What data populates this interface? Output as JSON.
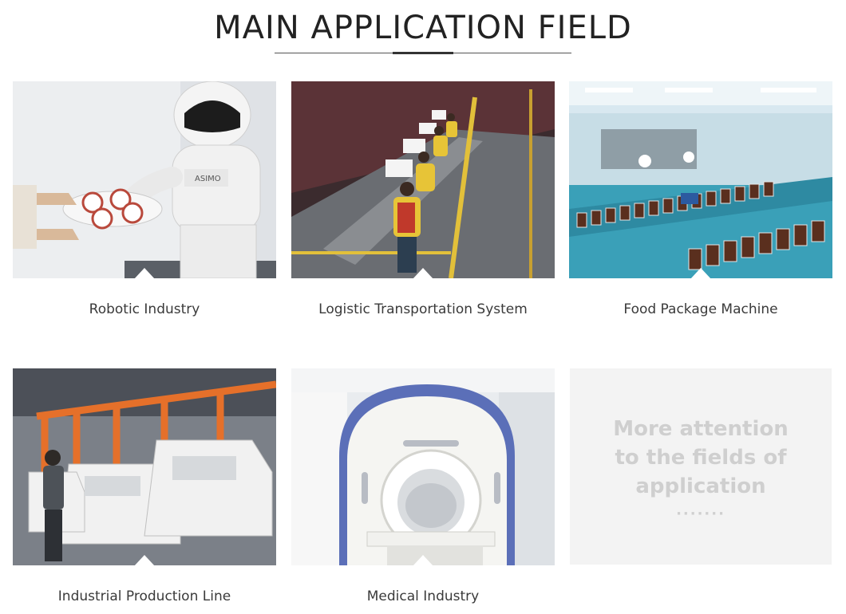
{
  "header": {
    "title": "MAIN APPLICATION FIELD"
  },
  "cards": [
    {
      "caption": "Robotic Industry",
      "image": "humanoid-robot-photo"
    },
    {
      "caption": "Logistic Transportation System",
      "image": "warehouse-sorting-line-photo"
    },
    {
      "caption": "Food Package Machine",
      "image": "jar-bottling-line-photo"
    },
    {
      "caption": "Industrial Production Line",
      "image": "car-assembly-line-photo"
    },
    {
      "caption": "Medical Industry",
      "image": "mri-scanner-photo"
    }
  ],
  "more": {
    "line1": "More attention",
    "line2": "to the fields of",
    "line3": "application",
    "dots": "·······"
  }
}
